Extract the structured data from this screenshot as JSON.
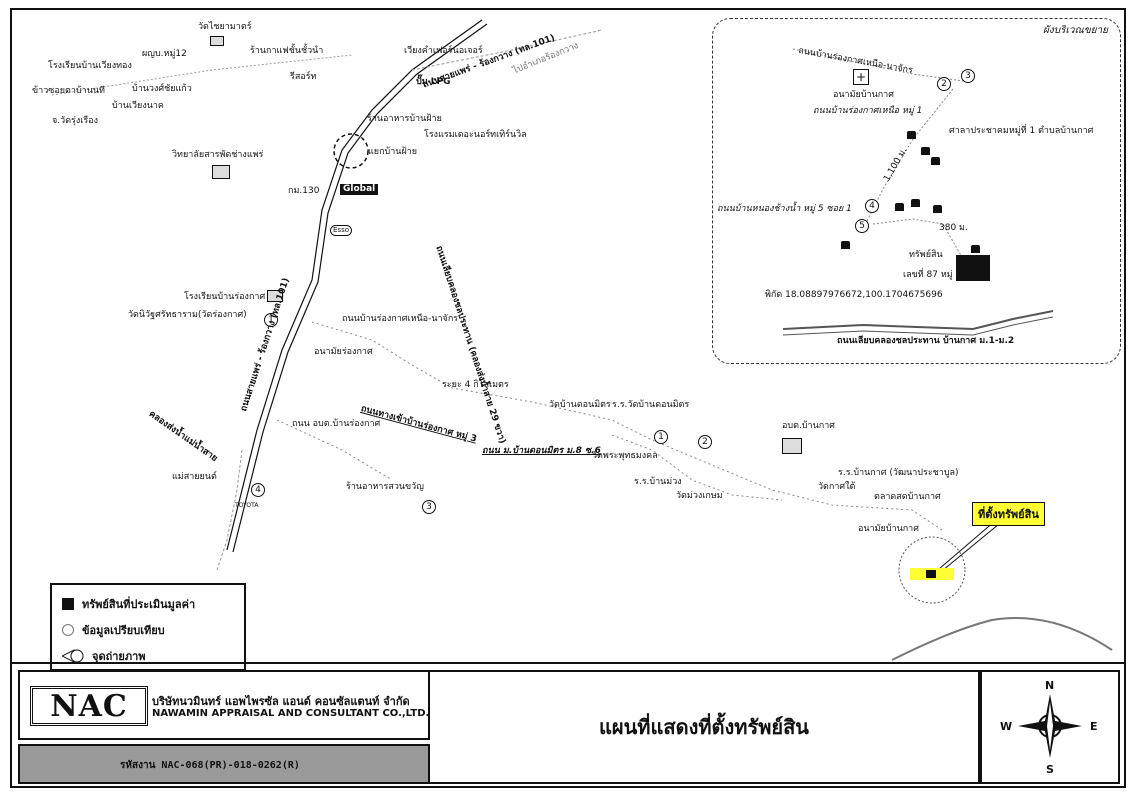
{
  "map": {
    "labels": {
      "wat_chai_mongkhon": "วัดไชยามาตร์",
      "school_wiang_thong": "โรงเรียนบ้านเวียงทอง",
      "health_village12": "ผญบ.หมู่12",
      "khao_soi": "ข้าวซอยตาบ้านนที",
      "ban_wang_tho": "บ้านวงศ์ชัยแก้ว",
      "ban_wiang_nak": "บ้านเวียงนาค",
      "wat_rung_rueang": "จ.วัดรุ่งเรือง",
      "coffee_shop": "ร้านกาแฟชั้นชั้วนำ",
      "wiang_resort": "เวียงคำเฟอร์นอเจอร์",
      "resort_label": "รีสอร์ท",
      "lpg": "ปั๊ม LPG",
      "restaurant_ban_fai": "ร้านอาหารบ้านฝ้าย",
      "hotel_north": "โรงแรมเดอะนอร์ทเทิร์นวิล",
      "ban_fai_junction": "แยกบ้านฝ้าย",
      "college_phrae": "วิทยาลัยสารพัดช่างแพร่",
      "km_marker": "กม.130",
      "global_house": "Global",
      "esso": "Esso",
      "road_phrae_rong": "ถนนสายแพร่ - ร้องกวาง (ทล.101)",
      "road_phrae_rong_alt": "ไปอำเภอร้องกวาง",
      "school_rong_kat": "โรงเรียนบ้านร่องกาศ",
      "wat_niwet": "วัดนิวัฐศรัทธาราม(วัดร่องกาศ)",
      "road_rongkat_north": "ถนนบ้านร่องกาศเหนือ-นาจักร",
      "health_rong_kat": "อนามัยร่องกาศ",
      "road_khlong_chon": "ถนนเลียบคลองชลประทาน (คลองส่งน้ำสาย 29 ขวา)",
      "distance_4km": "ระยะ 4 กิโลเมตร",
      "road_phrae_rong_lower": "ถนนสายแพร่ - ร้องกวาง (ทล.101)",
      "road_khlong_mae": "คลองส่งน้ำแม่น้ำสาย",
      "road_obt": "ถนน อบต.บ้านร่องกาศ",
      "road_to_rong_kat": "ถนนทางเข้าบ้านร่องกาศ หมู่ 3",
      "wat_ban_don_mit": "วัดบ้านดอนมิตร",
      "school_wat_don_mit": "ร.ร.วัดบ้านดอนมิตร",
      "road_don_mit": "ถนน ม.บ้านดอนมิตร ม.8 ซ.6",
      "wat_phra_buddha": "วัดพระพุทธมงคล",
      "obt_ban_kat": "อบต.บ้านกาศ",
      "school_ban_muang": "ร.ร.บ้านม่วง",
      "wat_muang_kasem": "วัดม่วงเกษม",
      "school_ban_kat": "ร.ร.บ้านกาศ (วัฒนาประชาบูล)",
      "wat_kat_tai": "วัดกาศใต้",
      "market_ban_kat": "ตลาดสดบ้านกาศ",
      "health_ban_kat": "อนามัยบ้านกาศ",
      "mae_sai_yon": "แม่สายยนต์",
      "toyota": "TOYOTA",
      "restaurant_suan": "ร้านอาหารสวนขวัญ",
      "property_location": "ที่ตั้งทรัพย์สิน"
    },
    "comparables": [
      "1",
      "2",
      "3",
      "4"
    ],
    "inset": {
      "title": "ผังบริเวณขยาย",
      "road_top": "ถนนบ้านร่องกาศเหนือ-นาจักร",
      "health_center": "อนามัยบ้านกาศ",
      "road_village1": "ถนนบ้านร่องกาศเหนือ หมู่ 1",
      "pavilion": "ศาลาประชาคมหมู่ที่ 1 ตำบลบ้านกาศ",
      "distance_1100": "1,100 ม.",
      "road_nong_chang": "ถนนบ้านหนองช้างน้ำ หมู่ 5 ซอย 1",
      "distance_380": "380 ม.",
      "property_label": "ทรัพย์สิน",
      "property_deed": "เลขที่ 87 หมู่ 5",
      "coordinates": "พิกัด 18.08897976672,100.1704675696",
      "road_bottom": "ถนนเลียบคลองชลประทาน บ้านกาศ ม.1-ม.2",
      "markers": [
        "2",
        "3",
        "4",
        "5"
      ]
    }
  },
  "legend": {
    "assessed": "ทรัพย์สินที่ประเมินมูลค่า",
    "comparable": "ข้อมูลเปรียบเทียบ",
    "photo_point": "จุดถ่ายภาพ"
  },
  "title_block": {
    "logo": "NAC",
    "company_th": "บริษัทนวมินทร์ แอพไพรซัล แอนด์ คอนซัลแตนท์ จำกัด",
    "company_en": "NAWAMIN APPRAISAL AND CONSULTANT CO.,LTD.",
    "report_no": "รหัสงาน  NAC-068(PR)-018-0262(R)",
    "map_title": "แผนที่แสดงที่ตั้งทรัพย์สิน",
    "compass": {
      "n": "N",
      "s": "S",
      "e": "E",
      "w": "W"
    }
  }
}
